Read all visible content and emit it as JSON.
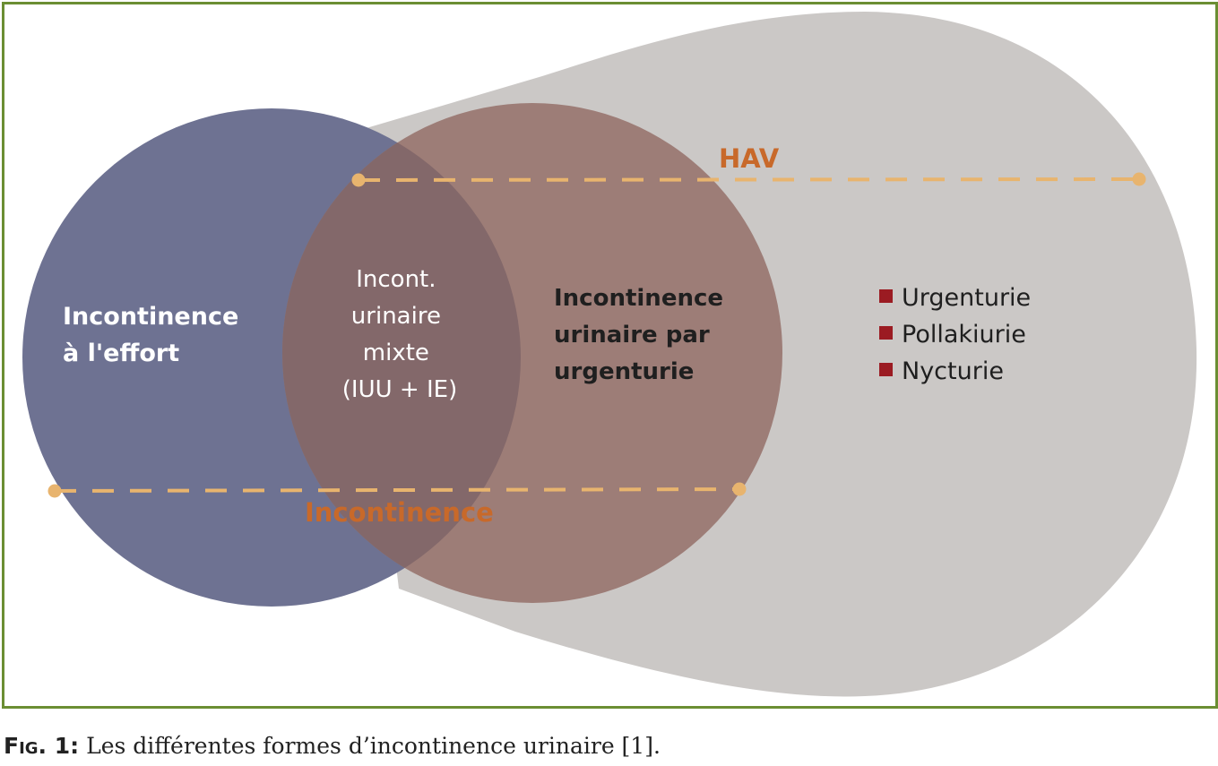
{
  "diagram": {
    "labels": {
      "stress_line1": "Incontinence",
      "stress_line2": "à l'effort",
      "mixed_line1": "Incont.",
      "mixed_line2": "urinaire",
      "mixed_line3": "mixte",
      "mixed_line4": "(IUU + IE)",
      "urge_line1": "Incontinence",
      "urge_line2": "urinaire par",
      "urge_line3": "urgenturie",
      "hav": "HAV",
      "incontinence": "Incontinence"
    },
    "symptoms": [
      "Urgenturie",
      "Pollakiurie",
      "Nycturie"
    ],
    "colors": {
      "stress_circle": "#6e7292",
      "urge_circle": "#9d7d77",
      "overlap": "#83686a",
      "hav_shape": "#cbc8c6",
      "dashed_line": "#e8b46e",
      "orange_text": "#c8692a",
      "bullet": "#9b1b22",
      "frame": "#6b8e33"
    }
  },
  "caption": {
    "figure_label": "Fig. 1:",
    "text": "Les différentes formes d’incontinence urinaire [1]."
  }
}
